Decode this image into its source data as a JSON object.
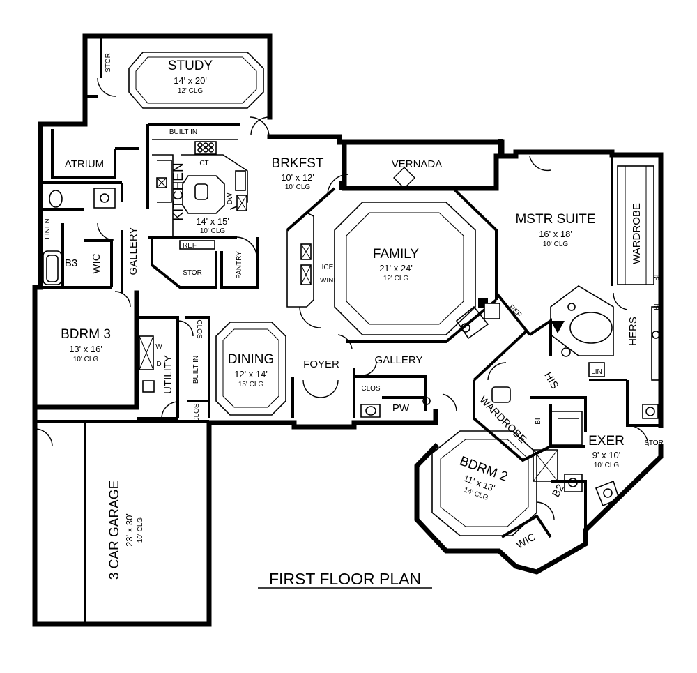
{
  "title": "FIRST FLOOR PLAN",
  "rooms": {
    "study": {
      "name": "STUDY",
      "size": "14' x 20'",
      "clg": "12' CLG"
    },
    "brkfst": {
      "name": "BRKFST",
      "size": "10' x 12'",
      "clg": "10' CLG"
    },
    "kitchen": {
      "name": "KITCHEN",
      "size": "14' x 15'",
      "clg": "10' CLG"
    },
    "family": {
      "name": "FAMILY",
      "size": "21' x 24'",
      "clg": "12' CLG"
    },
    "mstr_suite": {
      "name": "MSTR SUITE",
      "size": "16' x 18'",
      "clg": "10' CLG"
    },
    "bdrm3": {
      "name": "BDRM 3",
      "size": "13' x 16'",
      "clg": "10' CLG"
    },
    "dining": {
      "name": "DINING",
      "size": "12' x 14'",
      "clg": "15' CLG"
    },
    "exer": {
      "name": "EXER",
      "size": "9' x 10'",
      "clg": "10' CLG"
    },
    "bdrm2": {
      "name": "BDRM 2",
      "size": "11' x 13'",
      "clg": "14' CLG"
    },
    "garage": {
      "name": "3 CAR GARAGE",
      "size": "23' x 30'",
      "clg": "10' CLG"
    }
  },
  "labels": {
    "stor": "STOR",
    "atrium": "ATRIUM",
    "built_in": "BUILT IN",
    "ct": "CT",
    "dw": "DW",
    "vernada": "VERNADA",
    "wardrobe": "WARDROBE",
    "linen": "LINEN",
    "b3": "B3",
    "wic": "WIC",
    "gallery": "GALLERY",
    "ref": "REF",
    "pantry": "PANTRY",
    "ice": "ICE",
    "wine": "WINE",
    "hers": "HERS",
    "bi": "BI",
    "his": "HIS",
    "lin": "LIN",
    "utility": "UTILITY",
    "w": "W",
    "d": "D",
    "clos": "CLOS",
    "foyer": "FOYER",
    "pw": "PW",
    "b2": "B2"
  }
}
